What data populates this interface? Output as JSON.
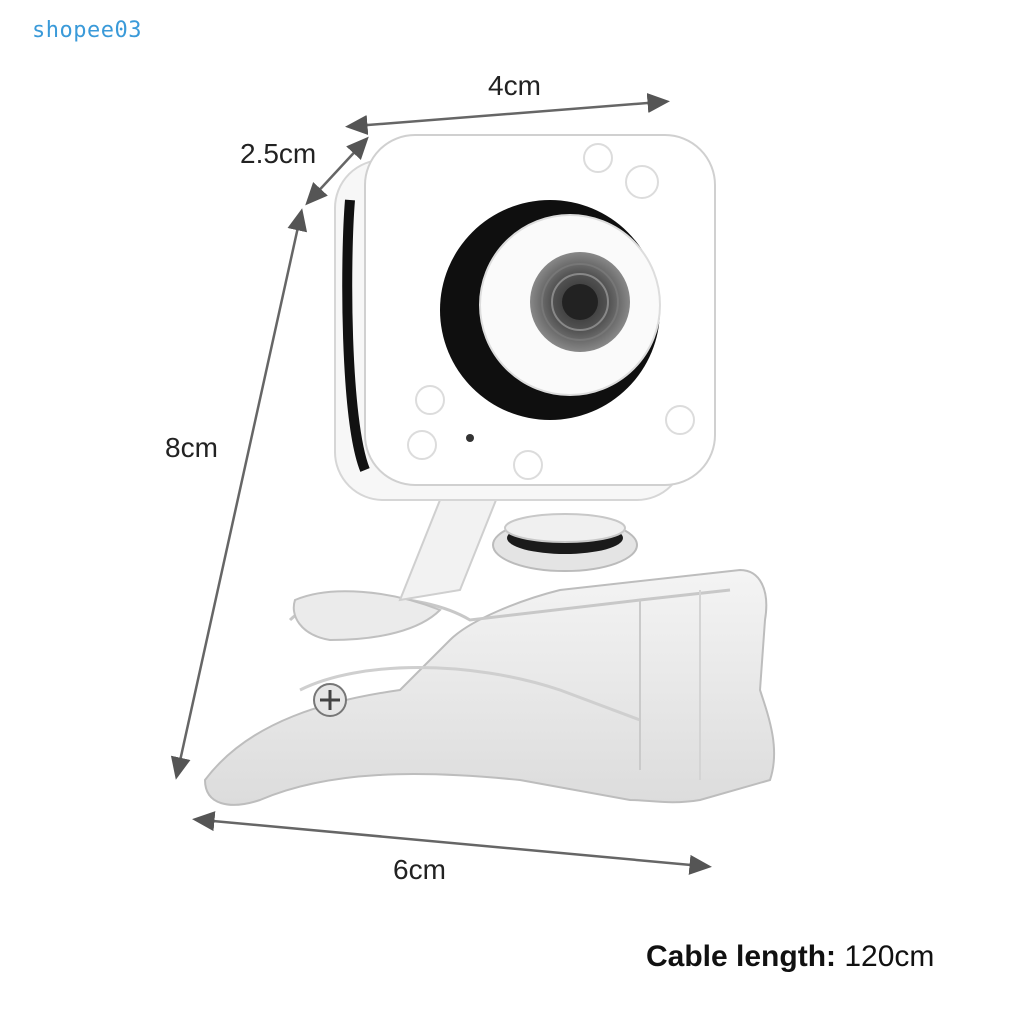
{
  "watermark": "shopee03",
  "dimensions": {
    "width": "4cm",
    "depth": "2.5cm",
    "height": "8cm",
    "base_width": "6cm"
  },
  "cable": {
    "label": "Cable length:",
    "value": "120cm"
  },
  "product": {
    "name": "webcam",
    "body_color": "#ffffff",
    "lens_ring_color": "#111111",
    "clip_style": "transparent"
  }
}
